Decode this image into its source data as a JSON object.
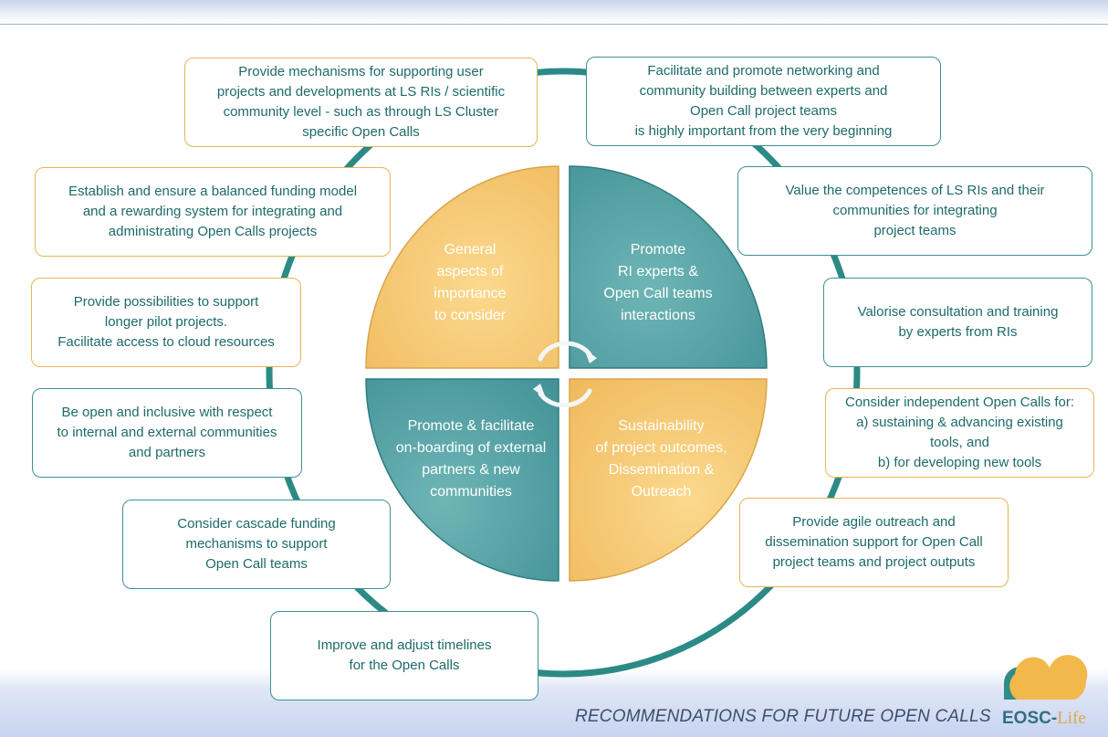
{
  "center": {
    "q_top_left": "General\naspects of\nimportance\nto consider",
    "q_top_right": "Promote\nRI experts &\nOpen Call teams\ninteractions",
    "q_bottom_left": "Promote & facilitate\non-boarding of external\npartners & new\ncommunities",
    "q_bottom_right": "Sustainability\nof project outcomes,\nDissemination &\nOutreach"
  },
  "boxes": {
    "mechanisms": "Provide mechanisms for  supporting user\nprojects and developments at LS RIs / scientific\ncommunity level - such as through LS Cluster\nspecific Open Calls",
    "funding_model": "Establish and ensure a balanced funding model\nand a rewarding system for integrating and\nadministrating Open Calls projects",
    "pilot_projects": "Provide possibilities to support\nlonger pilot projects.\nFacilitate  access to cloud resources",
    "open_inclusive": "Be open and inclusive with respect\nto internal and external communities\nand partners",
    "cascade_funding": "Consider cascade funding\nmechanisms to support\nOpen Call teams",
    "timelines": "Improve and adjust timelines\nfor the Open Calls",
    "networking": "Facilitate and promote networking and\ncommunity building between experts and\nOpen Call project teams\nis highly important from the very beginning",
    "competences": "Value the competences of LS RIs and their\ncommunities for integrating\nproject teams",
    "consultation": "Valorise consultation and training\nby experts from RIs",
    "independent_calls": "Consider independent Open Calls for:\na) sustaining & advancing existing\ntools, and\nb) for developing new tools",
    "agile_outreach": "Provide agile outreach and\ndissemination support for Open Call\nproject teams and project outputs"
  },
  "footer": {
    "title": "RECOMMENDATIONS FOR FUTURE OPEN CALLS",
    "logo_main": "EOSC-",
    "logo_accent": "Life"
  },
  "colors": {
    "teal": "#3f8f93",
    "yellow": "#f5c66c",
    "text": "#1d6b6a"
  }
}
